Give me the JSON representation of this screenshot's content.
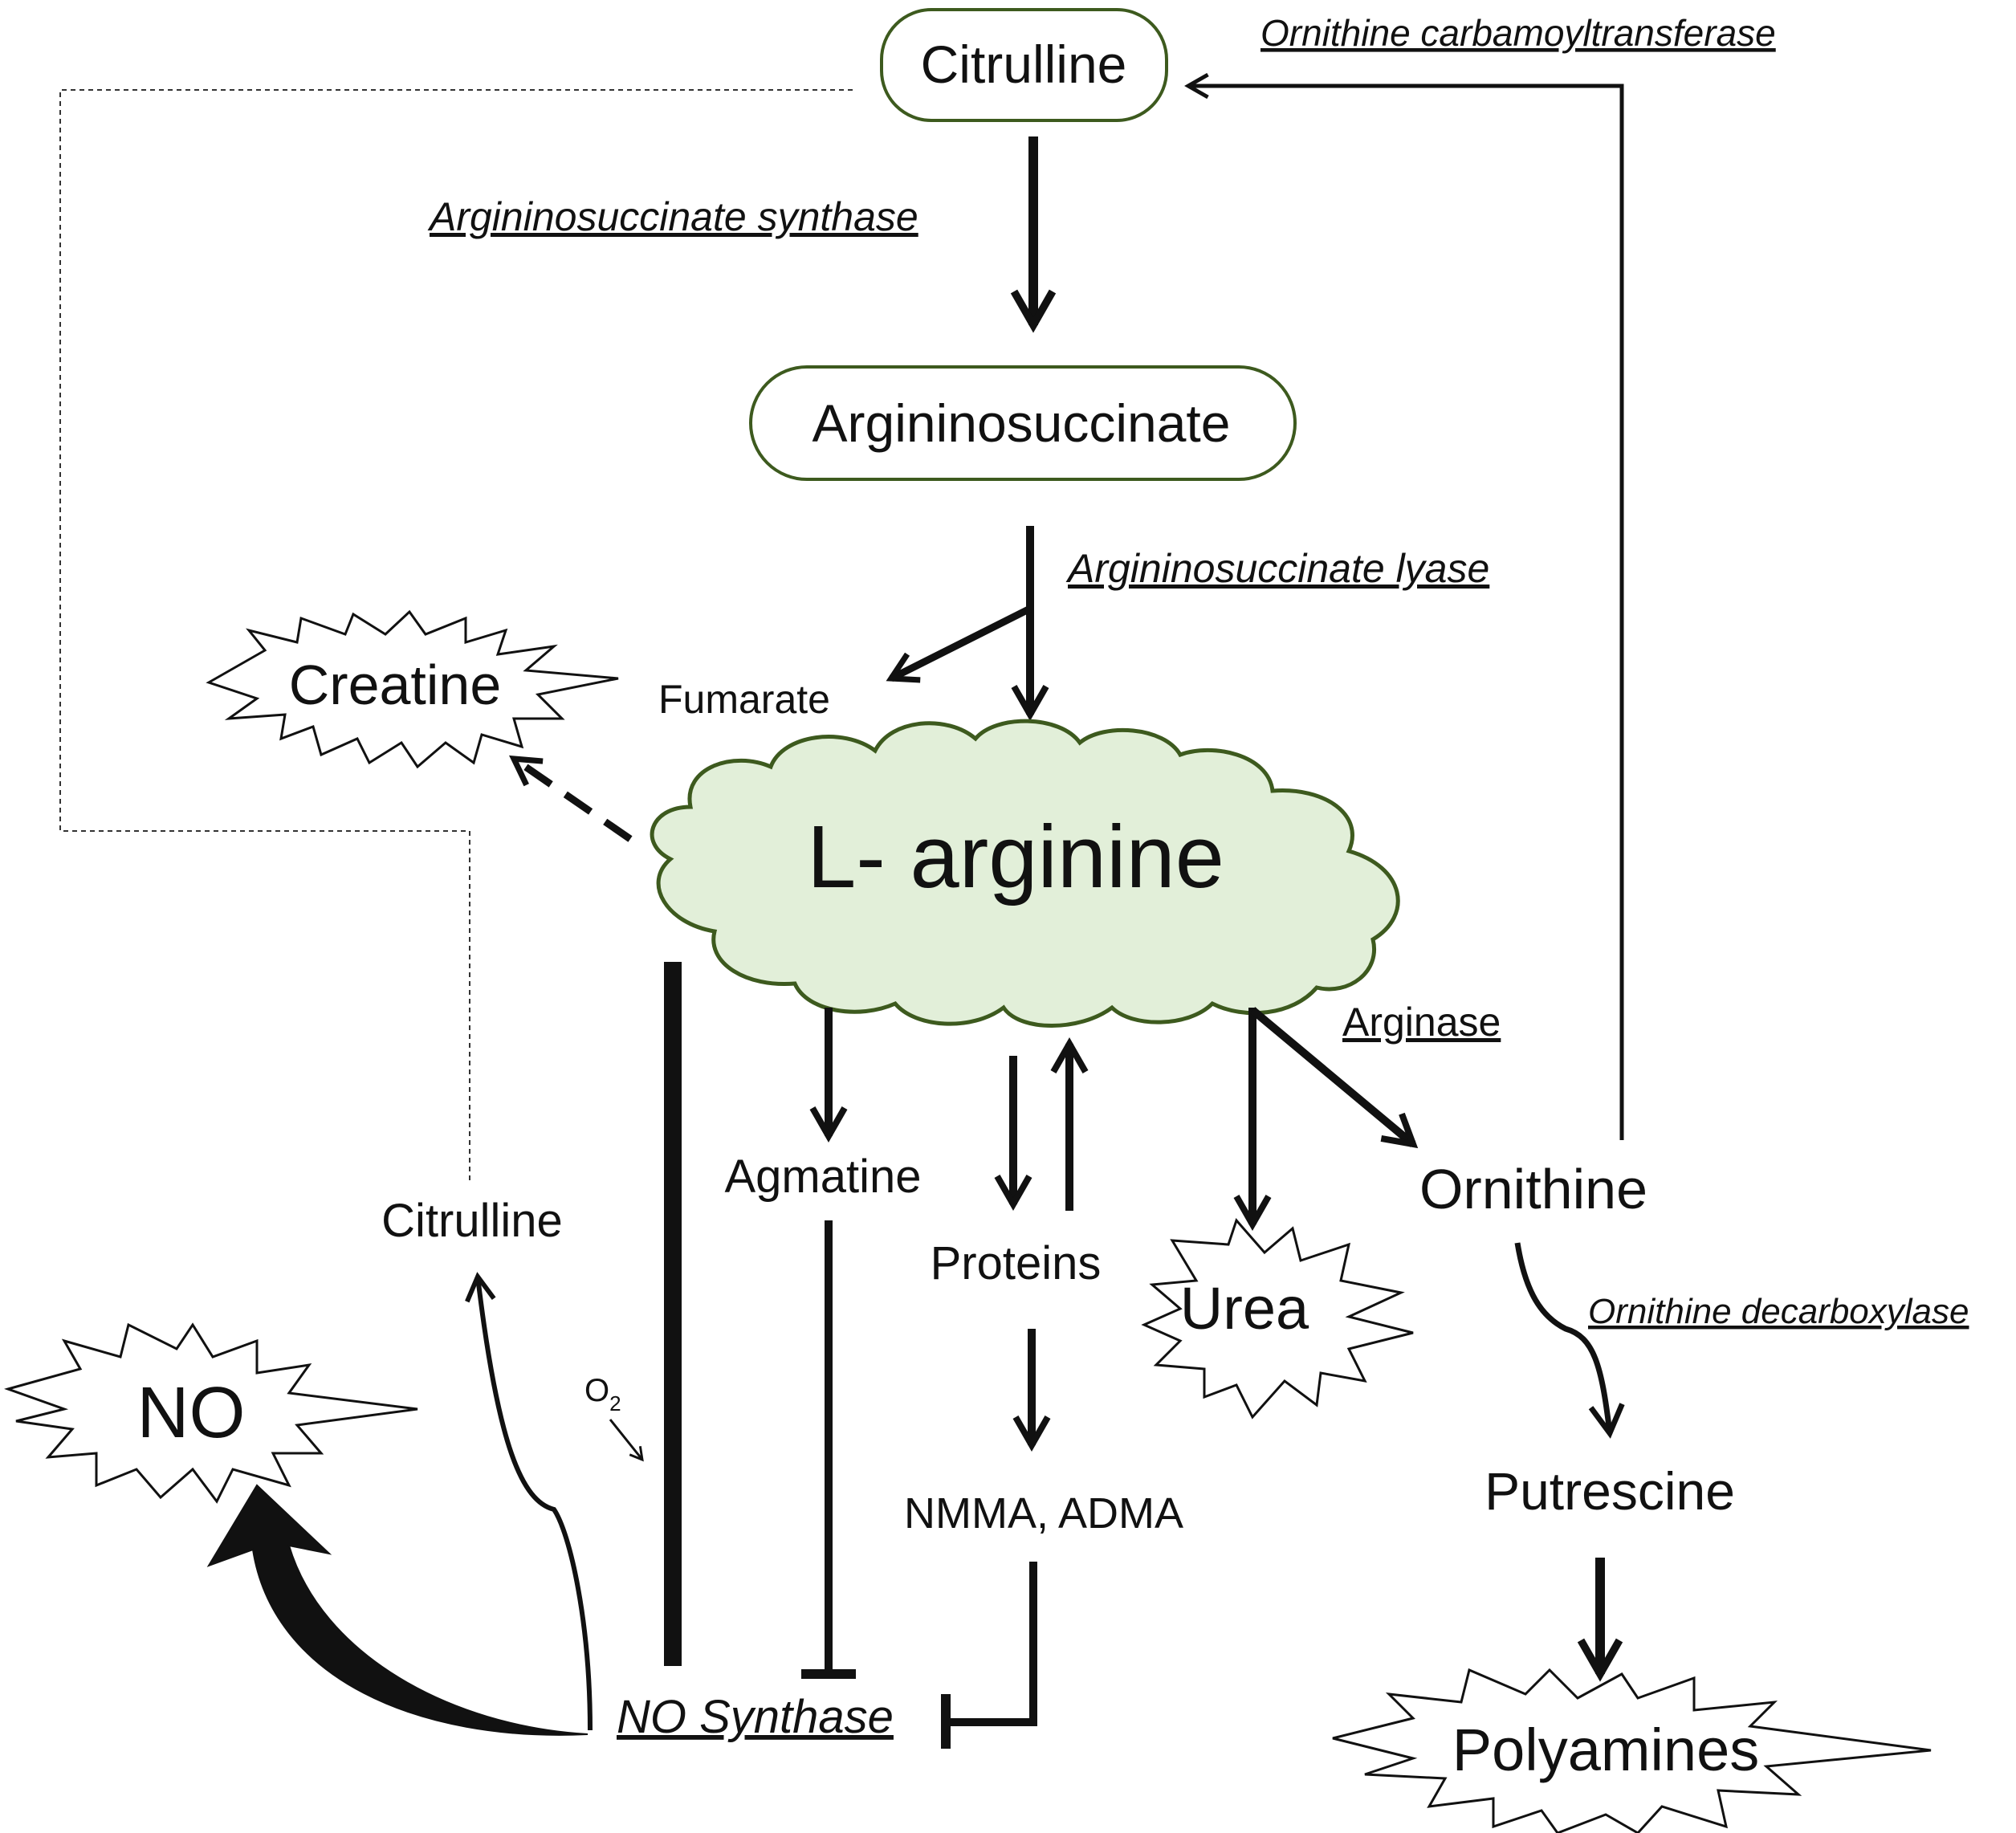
{
  "nodes": {
    "citrulline_top": "Citrulline",
    "argininosuccinate": "Argininosuccinate",
    "l_arginine": "L- arginine",
    "fumarate": "Fumarate",
    "creatine": "Creatine",
    "agmatine": "Agmatine",
    "proteins": "Proteins",
    "nmma_adma": "NMMA, ADMA",
    "urea": "Urea",
    "ornithine": "Ornithine",
    "putrescine": "Putrescine",
    "polyamines": "Polyamines",
    "citrulline_left": "Citrulline",
    "no": "NO",
    "o2_base": "O",
    "o2_sub": "2"
  },
  "enzymes": {
    "ornithine_carbamoyltransferase": "Ornithine carbamoyltransferase",
    "argininosuccinate_synthase": "Argininosuccinate synthase",
    "argininosuccinate_lyase": "Argininosuccinate lyase",
    "arginase": "Arginase",
    "ornithine_decarboxylase": "Ornithine decarboxylase",
    "no_synthase": "NO Synthase"
  },
  "colors": {
    "node_border": "#3d5a1e",
    "cloud_fill": "#e2efd9",
    "ink": "#111111"
  }
}
